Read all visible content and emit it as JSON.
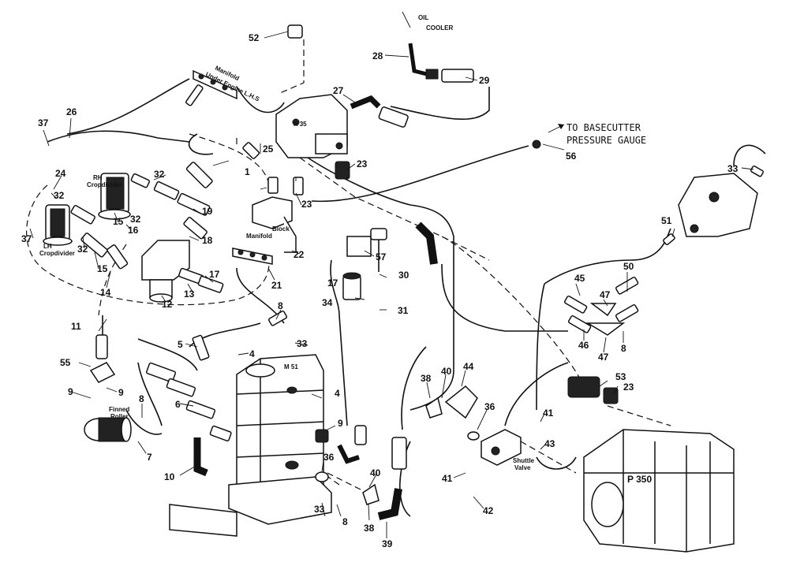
{
  "notes": {
    "basecutter_line1": "TO BASECUTTER",
    "basecutter_line2": "PRESSURE GAUGE",
    "oil": "OIL",
    "cooler": "COOLER"
  },
  "labels": {
    "manifold_top_1": "Manifold",
    "manifold_top_2": "Under Engine L.H.S",
    "rh_cropdivider_1": "RH",
    "rh_cropdivider_2": "Cropdivider",
    "lh_cropdivider_1": "LH",
    "lh_cropdivider_2": "Cropdivider",
    "block": "Block",
    "manifold_mid": "Manifold",
    "finned_roller_1": "Finned",
    "finned_roller_2": "Roller",
    "shuttle_valve_1": "Shuttle",
    "shuttle_valve_2": "Valve",
    "pump_p350": "P 350",
    "pump_m51": "M 51",
    "valve_a35": "A 35"
  },
  "callouts": {
    "n52": "52",
    "n28": "28",
    "n29": "29",
    "n27": "27",
    "n26": "26",
    "n37a": "37",
    "n25": "25",
    "n23a": "23",
    "n56": "56",
    "n33a": "33",
    "n24": "24",
    "n32a": "32",
    "n32b": "32",
    "n32c": "32",
    "n32d": "32",
    "n1": "1",
    "n19": "19",
    "n23b": "23",
    "n22": "22",
    "n37b": "37",
    "n15a": "15",
    "n15b": "15",
    "n16": "16",
    "n18": "18",
    "n21": "21",
    "n13": "13",
    "n17a": "17",
    "n14": "14",
    "n12": "12",
    "n17b": "17",
    "n57": "57",
    "n30": "30",
    "n34": "34",
    "n31": "31",
    "n51": "51",
    "n50": "50",
    "n45": "45",
    "n47a": "47",
    "n46": "46",
    "n47b": "47",
    "n8a": "8",
    "n8b": "8",
    "n11": "11",
    "n33b": "33",
    "n5": "5",
    "n4a": "4",
    "n55": "55",
    "n9a": "9",
    "n9b": "9",
    "n6": "6",
    "n4b": "4",
    "n8c": "8",
    "n7": "7",
    "n10": "10",
    "n9c": "9",
    "n36a": "36",
    "n38a": "38",
    "n40a": "40",
    "n44": "44",
    "n36b": "36",
    "n41a": "41",
    "n43": "43",
    "n41b": "41",
    "n42": "42",
    "n53": "53",
    "n23c": "23",
    "n33c": "33",
    "n8d": "8",
    "n40b": "40",
    "n38b": "38",
    "n39": "39"
  }
}
